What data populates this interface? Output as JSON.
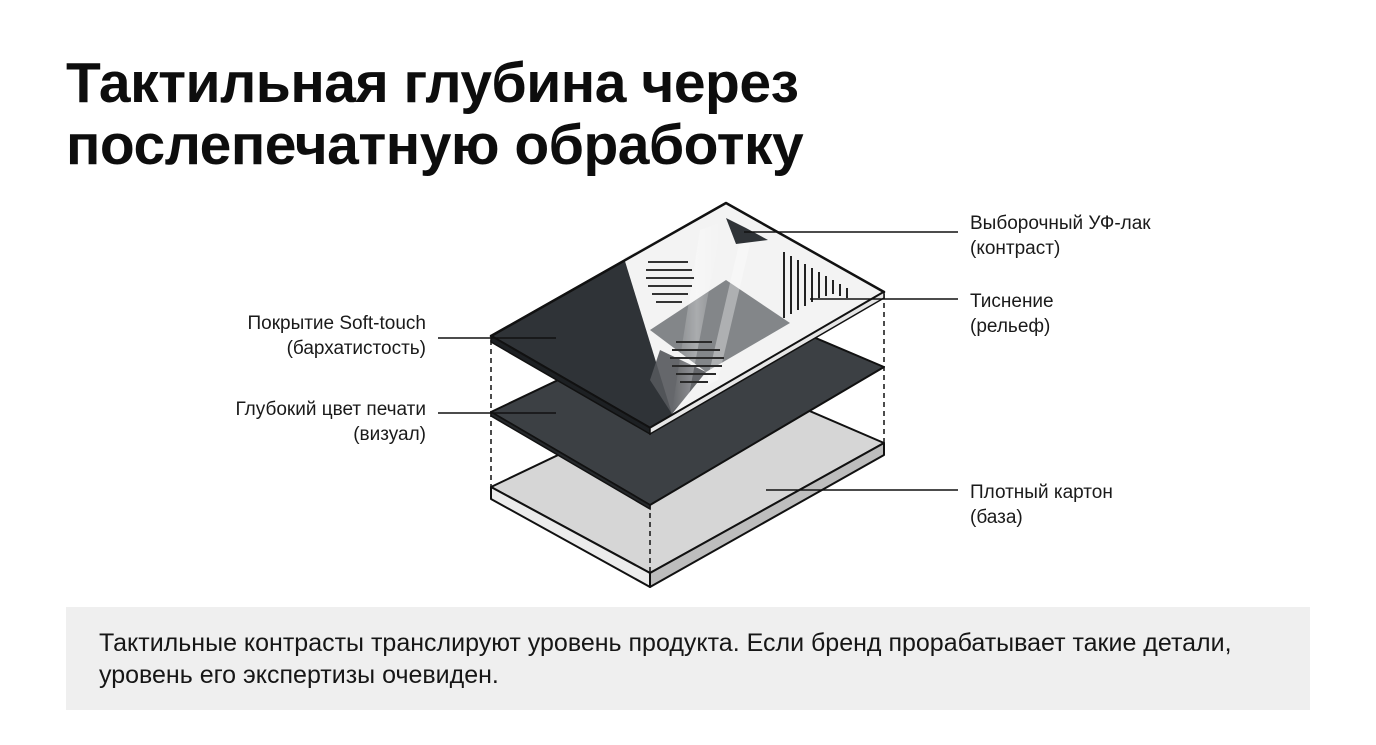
{
  "title": {
    "line1": "Тактильная глубина через",
    "line2": "послепечатную обработку"
  },
  "layers": {
    "softtouch": {
      "name": "Покрытие Soft-touch",
      "note": "(бархатистость)"
    },
    "print": {
      "name": "Глубокий цвет печати",
      "note": "(визуал)"
    },
    "uv": {
      "name": "Выборочный УФ-лак",
      "note": "(контраст)"
    },
    "emboss": {
      "name": "Тиснение",
      "note": "(рельеф)"
    },
    "board": {
      "name": "Плотный картон",
      "note": "(база)"
    }
  },
  "caption": "Тактильные контрасты транслируют уровень продукта. Если бренд прорабатывает такие детали, уровень его экспертизы очевиден.",
  "colors": {
    "softtouch": "#2f3337",
    "print": "#3c4044",
    "board": "#d6d6d6",
    "varnish": "#f3f3f3",
    "line": "#111111"
  }
}
